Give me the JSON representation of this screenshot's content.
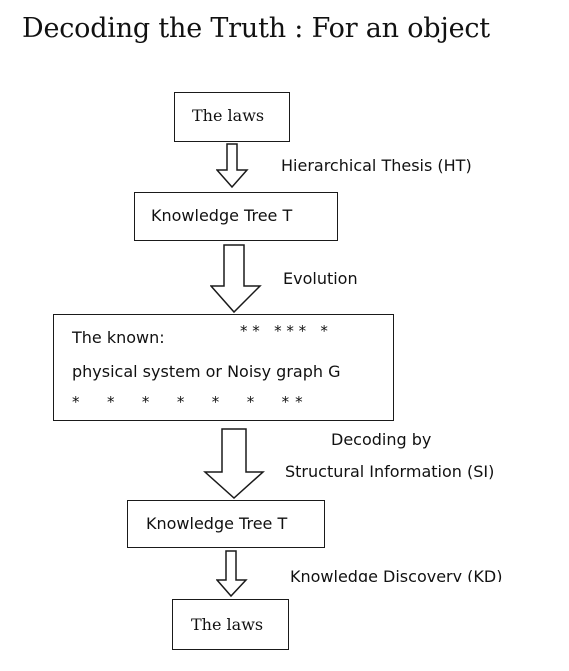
{
  "title": "Decoding the Truth : For an object",
  "nodes": {
    "laws_top": "The laws",
    "tree_1": "Knowledge Tree T",
    "known_line1": "The known:",
    "known_stars1": "* *   * * *   *",
    "known_line2": "physical system or Noisy graph G",
    "known_stars2": "*     *     *     *     *     *     * *",
    "tree_2": "Knowledge Tree T",
    "laws_bottom": "The laws"
  },
  "edges": {
    "ht": "Hierarchical Thesis (HT)",
    "evolution": "Evolution",
    "si_line1": "Decoding by",
    "si_line2": "Structural Information (SI)",
    "kd": "Knowledge Discovery (KD)"
  }
}
